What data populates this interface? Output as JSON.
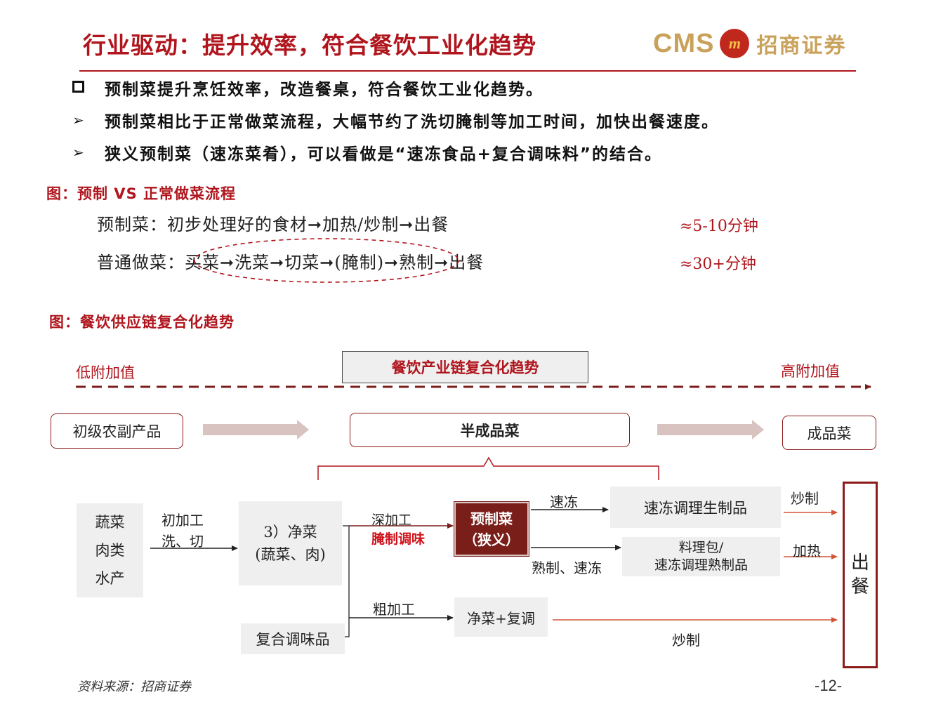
{
  "header": {
    "title": "行业驱动：提升效率，符合餐饮工业化趋势",
    "logo_latin": "CMS",
    "logo_badge": "m",
    "logo_cn": "招商证券"
  },
  "bullets": [
    {
      "marker": "square",
      "text": "预制菜提升烹饪效率，改造餐桌，符合餐饮工业化趋势。"
    },
    {
      "marker": "➢",
      "text": "预制菜相比于正常做菜流程，大幅节约了洗切腌制等加工时间，加快出餐速度。"
    },
    {
      "marker": "➢",
      "text": "狭义预制菜（速冻菜肴），可以看做是“速冻食品+复合调味料”的结合。"
    }
  ],
  "figure1": {
    "caption": "图：预制 VS 正常做菜流程",
    "row1": {
      "flow": "预制菜：初步处理好的食材➞加热/炒制➞出餐",
      "time": "≈5-10分钟"
    },
    "row2": {
      "flow": "普通做菜：买菜➞洗菜➞切菜➞(腌制)➞熟制➞出餐",
      "time": "≈30+分钟"
    }
  },
  "figure2": {
    "caption": "图：餐饮供应链复合化趋势",
    "trend_title": "餐饮产业链复合化趋势",
    "low_value": "低附加值",
    "high_value": "高附加值",
    "stage1": "初级农副产品",
    "stage2": "半成品菜",
    "stage3": "成品菜",
    "raw_lines": [
      "蔬菜",
      "肉类",
      "水产"
    ],
    "init_process_lines": [
      "初加工",
      "洗、切"
    ],
    "clean_veg_lines": [
      "3）净菜",
      "(蔬菜、肉)"
    ],
    "compound_seasoning": "复合调味品",
    "deep_process": "深加工",
    "marinate": "腌制调味",
    "prepared_lines": [
      "预制菜",
      "（狭义）"
    ],
    "quick_freeze": "速冻",
    "frozen_raw": "速冻调理生制品",
    "cook_freeze": "熟制、速冻",
    "cooked_lines": [
      "料理包/",
      "速冻调理熟制品"
    ],
    "rough_process": "粗加工",
    "clean_combo": "净菜+复调",
    "stir_fry": "炒制",
    "heat": "加热",
    "stir_fry_bottom": "炒制",
    "serve_lines": [
      "出",
      "餐"
    ],
    "colors": {
      "brand_red": "#b0151d",
      "dark_red": "#7a1e1a",
      "arrow_red": "#d2553a",
      "gold": "#c9a15a"
    }
  },
  "footer": {
    "source": "资料来源：招商证券",
    "page": "-12-"
  }
}
